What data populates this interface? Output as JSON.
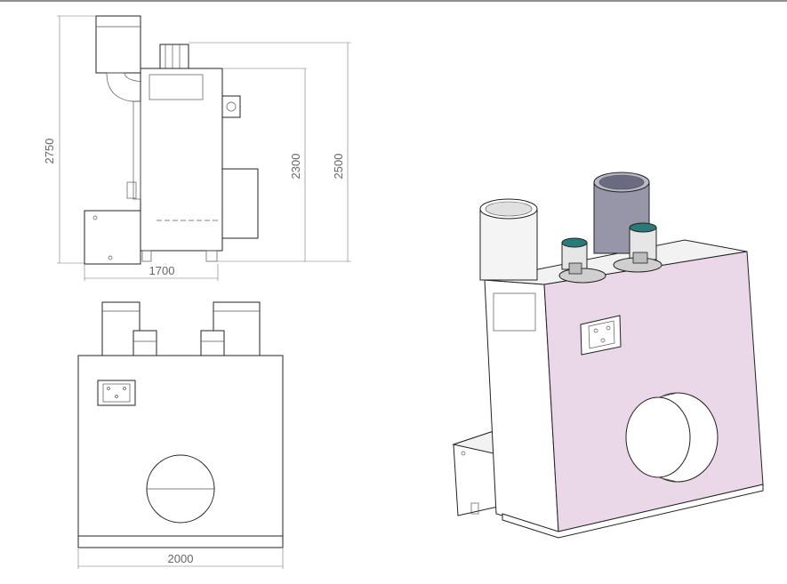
{
  "dimensions": {
    "side_height_total": "2750",
    "side_height_body": "2300",
    "side_height_motor": "2500",
    "side_width": "1700",
    "front_width": "2000"
  },
  "colors": {
    "iso_face": "#ead8e8",
    "iso_side": "#ffffff",
    "cylinder_grey": "#9696a8",
    "line": "#222222",
    "dim_text": "#666666"
  }
}
